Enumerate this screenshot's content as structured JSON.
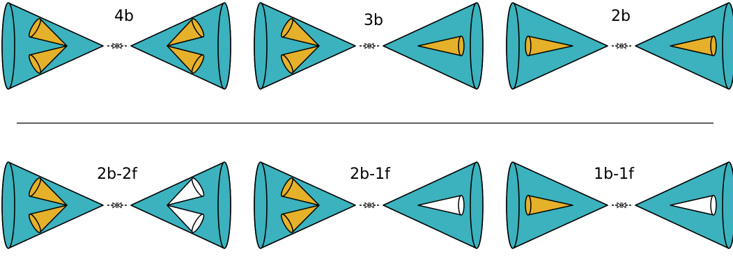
{
  "colors": {
    "teal": "#3bb2bd",
    "gold": "#e5b02a",
    "open": "#ffffff",
    "stroke": "#000000"
  },
  "panels": [
    {
      "label": "4b",
      "left": [
        "b",
        "b"
      ],
      "right": [
        "b",
        "b"
      ]
    },
    {
      "label": "3b",
      "left": [
        "b",
        "b"
      ],
      "right": [
        "b"
      ]
    },
    {
      "label": "2b",
      "left": [
        "b"
      ],
      "right": [
        "b"
      ]
    },
    {
      "label": "2b-2f",
      "left": [
        "b",
        "b"
      ],
      "right": [
        "f",
        "f"
      ]
    },
    {
      "label": "2b-1f",
      "left": [
        "b",
        "b"
      ],
      "right": [
        "f"
      ]
    },
    {
      "label": "1b-1f",
      "left": [
        "b"
      ],
      "right": [
        "f"
      ]
    }
  ],
  "legend": {
    "b": "gold",
    "f": "open"
  }
}
